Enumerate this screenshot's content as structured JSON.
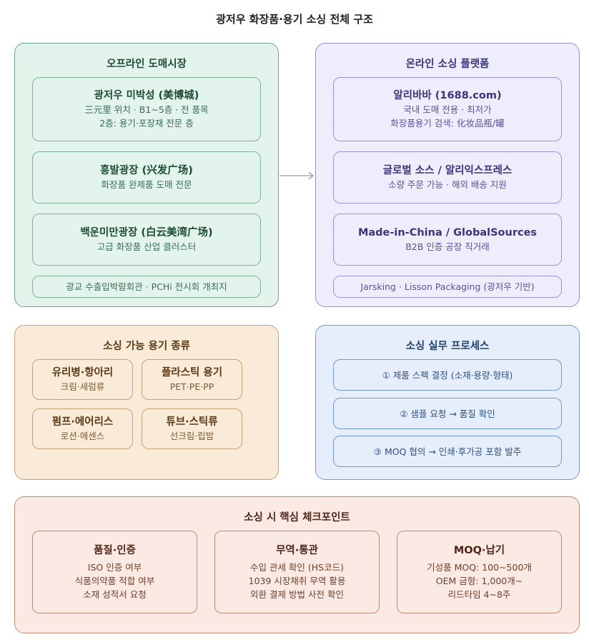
{
  "title": "광저우 화장품·용기 소싱 전체 구조",
  "offline": {
    "title": "오프라인 도매시장",
    "items": [
      {
        "title": "광저우 미박성 (美博城)",
        "lines": [
          "三元里 위치 · B1~5층 · 전 품목",
          "2층: 용기·포장재 전문 층"
        ]
      },
      {
        "title": "흥발광장 (兴发广场)",
        "lines": [
          "화장품 완제품 도매 전문"
        ]
      },
      {
        "title": "백운미만광장 (白云美湾广场)",
        "lines": [
          "고급 화장품 산업 클러스터"
        ]
      }
    ],
    "note": "광교 수출입박람회관 · PCHi 전시회 개최지"
  },
  "online": {
    "title": "온라인 소싱 플랫폼",
    "items": [
      {
        "title": "알리바바 (1688.com)",
        "lines": [
          "국내 도매 전용 · 최저가",
          "화장품용기 검색: 化妆品瓶/罐"
        ]
      },
      {
        "title": "글로벌 소스 / 알리익스프레스",
        "lines": [
          "소량 주문 가능 · 해외 배송 지원"
        ]
      },
      {
        "title": "Made-in-China / GlobalSources",
        "lines": [
          "B2B 인증 공장 직거래"
        ]
      }
    ],
    "note": "Jarsking · Lisson Packaging (광저우 기반)"
  },
  "containers": {
    "title": "소싱 가능 용기 종류",
    "items": [
      {
        "title": "유리병·항아리",
        "sub": "크림·세럼류"
      },
      {
        "title": "플라스틱 용기",
        "sub": "PET·PE·PP"
      },
      {
        "title": "펌프·에어리스",
        "sub": "로션·에센스"
      },
      {
        "title": "튜브·스틱류",
        "sub": "선크림·립밤"
      }
    ]
  },
  "process": {
    "title": "소싱 실무 프로세스",
    "steps": [
      "① 제품 스펙 결정 (소재·용량·형태)",
      "② 샘플 요청 → 품질 확인",
      "③ MOQ 협의 → 인쇄·후가공 포함 발주"
    ]
  },
  "checkpoints": {
    "title": "소싱 시 핵심 체크포인트",
    "items": [
      {
        "title": "품질·인증",
        "lines": [
          "ISO 인증 여부",
          "식품의약품 적합 여부",
          "소재 성적서 요청"
        ]
      },
      {
        "title": "무역·통관",
        "lines": [
          "수입 관세 확인 (HS코드)",
          "1039 시장채취 무역 활용",
          "외환 결제 방법 사전 확인"
        ]
      },
      {
        "title": "MOQ·납기",
        "lines": [
          "기성품 MOQ: 100~500개",
          "OEM 금형: 1,000개~",
          "리드타임 4~8주"
        ]
      }
    ]
  }
}
